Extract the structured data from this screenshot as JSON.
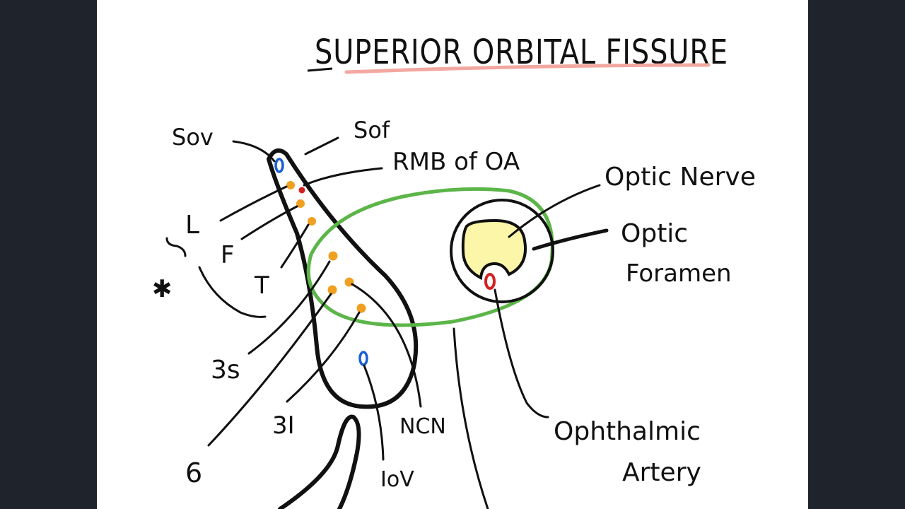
{
  "title": "SUPERIOR ORBITAL FISSURE",
  "colors": {
    "ink": "#111111",
    "title_underline": "#f2a8a0",
    "annulus_green": "#5cb548",
    "vein_blue": "#1a5fd6",
    "nerve_orange": "#f0a020",
    "artery_red": "#d62020",
    "optic_nerve_fill": "#fbf6a8"
  },
  "labels": {
    "sov": "Sov",
    "sof": "Sof",
    "rmb": "RMB of OA",
    "l": "L",
    "f": "F",
    "t": "T",
    "star": "✱",
    "three_s": "3s",
    "three_i": "3I",
    "six": "6",
    "ncn": "NCN",
    "iov": "IoV",
    "optic_nerve": "Optic Nerve",
    "optic_foramen_1": "Optic",
    "optic_foramen_2": "Foramen",
    "ophthalmic_artery_1": "Ophthalmic",
    "ophthalmic_artery_2": "Artery"
  }
}
